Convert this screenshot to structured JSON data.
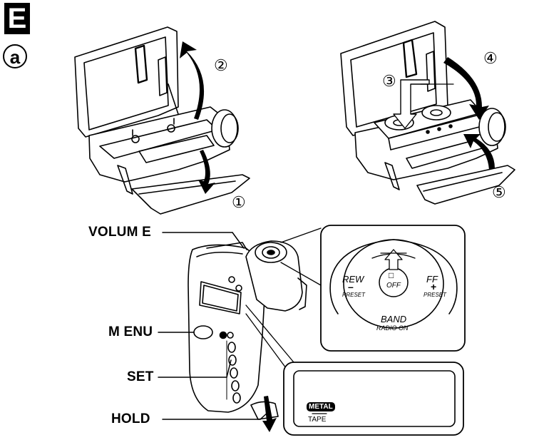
{
  "figure": {
    "section_label": "E",
    "sub_label": "a"
  },
  "steps": [
    "①",
    "②",
    "③",
    "④",
    "⑤"
  ],
  "callouts": {
    "volume": "VOLUM E",
    "menu": "M ENU",
    "set": "SET",
    "hold": "HOLD"
  },
  "dial": {
    "rew": "REW",
    "rew_sign": "–",
    "rew_sub": "PRESET",
    "ff": "FF",
    "ff_sign": "+",
    "ff_sub": "PRESET",
    "off": "OFF",
    "stop_symbol": "□",
    "band": "BAND",
    "radio_on": "RADIO ON"
  },
  "display": {
    "metal": "METAL",
    "tape": "TAPE"
  }
}
